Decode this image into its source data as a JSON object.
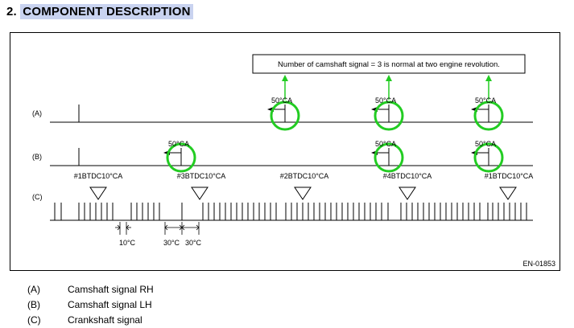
{
  "section": {
    "number": "2.",
    "title": "COMPONENT DESCRIPTION"
  },
  "note": "Number of camshaft signal = 3 is normal at two engine revolution.",
  "rows": [
    {
      "key": "(A)",
      "pulse_label": "50°CA"
    },
    {
      "key": "(B)",
      "pulse_label": "50°CA"
    },
    {
      "key": "(C)"
    }
  ],
  "btdc_labels": [
    "#1BTDC10°CA",
    "#3BTDC10°CA",
    "#2BTDC10°CA",
    "#4BTDC10°CA",
    "#1BTDC10°CA"
  ],
  "dimensions": {
    "tooth": "10°C",
    "gap_a": "30°C",
    "gap_b": "30°C"
  },
  "figure_code": "EN-01853",
  "legend": [
    {
      "key": "(A)",
      "text": "Camshaft signal RH"
    },
    {
      "key": "(B)",
      "text": "Camshaft signal LH"
    },
    {
      "key": "(C)",
      "text": "Crankshaft signal"
    }
  ],
  "colors": {
    "highlight_circle": "#22cc22",
    "arrow": "#22cc22",
    "heading_bg": "#c9d3f0"
  }
}
